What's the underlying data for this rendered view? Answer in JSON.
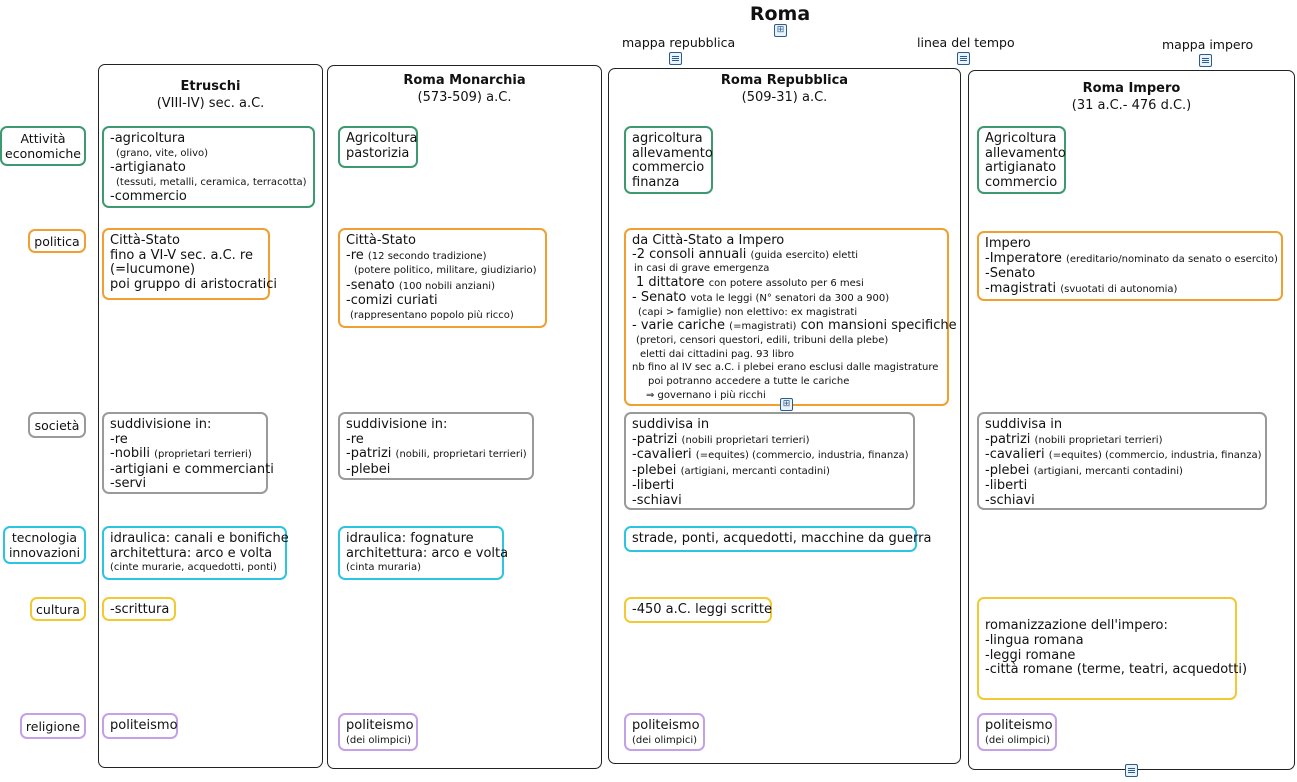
{
  "title": "Roma",
  "links": {
    "mappa_repubblica": "mappa repubblica",
    "linea_del_tempo": "linea del tempo",
    "mappa_impero": "mappa impero"
  },
  "categories": {
    "economia": "Attività economiche",
    "politica": "politica",
    "societa": "società",
    "tecnologia": "tecnologia innovazioni",
    "cultura": "cultura",
    "religione": "religione"
  },
  "columns": {
    "etruschi": {
      "name": "Etruschi",
      "period": "(VIII-IV) sec. a.C.",
      "economia": [
        "-agricoltura",
        "(grano, vite, olivo)",
        "-artigianato",
        "(tessuti, metalli, ceramica, terracotta)",
        "-commercio"
      ],
      "politica": [
        "Città-Stato",
        "fino a VI-V sec. a.C. re",
        "(=lucumone)",
        "poi gruppo di aristocratici"
      ],
      "societa": [
        "suddivisione in:",
        "-re",
        "-nobili",
        "(proprietari terrieri)",
        "-artigiani e commercianti",
        "-servi"
      ],
      "tecnologia": [
        "idraulica: canali e bonifiche",
        "architettura: arco e volta",
        "(cinte murarie, acquedotti, ponti)"
      ],
      "cultura": [
        "-scrittura"
      ],
      "religione": [
        "politeismo"
      ]
    },
    "monarchia": {
      "name": "Roma Monarchia",
      "period": "(573-509) a.C.",
      "economia": [
        "Agricoltura",
        "pastorizia"
      ],
      "politica": [
        "Città-Stato",
        "-re",
        "(12 secondo tradizione)",
        "(potere politico, militare, giudiziario)",
        "-senato",
        "(100 nobili anziani)",
        "-comizi curiati",
        "(rappresentano popolo più ricco)"
      ],
      "societa": [
        "suddivisione in:",
        "-re",
        "-patrizi",
        "(nobili, proprietari terrieri)",
        "-plebei"
      ],
      "tecnologia": [
        "idraulica: fognature",
        "architettura: arco e volta",
        "(cinta muraria)"
      ],
      "religione": [
        "politeismo",
        "(dei olimpici)"
      ]
    },
    "repubblica": {
      "name": "Roma Repubblica",
      "period": "(509-31) a.C.",
      "economia": [
        "agricoltura",
        "allevamento",
        "commercio",
        "finanza"
      ],
      "politica": [
        "da Città-Stato a Impero",
        "-2 consoli annuali",
        "(guida esercito) eletti",
        "in casi di grave emergenza",
        "1 dittatore",
        "con potere assoluto per 6 mesi",
        "- Senato",
        "vota le leggi (N° senatori da 300 a 900)",
        "(capi > famiglie) non elettivo: ex magistrati",
        "- varie cariche",
        "(=magistrati)",
        "con mansioni specifiche",
        "(pretori, censori questori, edili, tribuni della plebe)",
        "eletti dai cittadini  pag. 93 libro",
        "nb fino al IV sec a.C. i plebei erano esclusi dalle magistrature",
        "poi potranno accedere a tutte le cariche",
        "⇒ governano i più ricchi"
      ],
      "societa": [
        "suddivisa in",
        "-patrizi",
        "(nobili proprietari terrieri)",
        "-cavalieri",
        "(=equites) (commercio, industria, finanza)",
        "-plebei",
        "(artigiani, mercanti contadini)",
        "-liberti",
        "-schiavi"
      ],
      "tecnologia": [
        "strade, ponti, acquedotti, macchine da guerra"
      ],
      "cultura": [
        "-450 a.C. leggi scritte"
      ],
      "religione": [
        "politeismo",
        "(dei olimpici)"
      ]
    },
    "impero": {
      "name": "Roma Impero",
      "period": "(31 a.C.- 476 d.C.)",
      "economia": [
        "Agricoltura",
        "allevamento",
        "artigianato",
        "commercio"
      ],
      "politica": [
        "Impero",
        "-Imperatore",
        "(ereditario/nominato da senato o esercito)",
        "-Senato",
        "-magistrati",
        "(svuotati di autonomia)"
      ],
      "societa": [
        "suddivisa in",
        "-patrizi",
        "(nobili proprietari terrieri)",
        "-cavalieri",
        "(=equites) (commercio, industria, finanza)",
        "-plebei",
        "(artigiani, mercanti contadini)",
        "-liberti",
        "-schiavi"
      ],
      "cultura": [
        "romanizzazione dell'impero:",
        "-lingua romana",
        "-leggi romane",
        "-città romane (terme, teatri, acquedotti)"
      ],
      "religione": [
        "politeismo",
        "(dei olimpici)"
      ]
    }
  },
  "colors": {
    "economia": "#3d9970",
    "politica": "#f0a030",
    "societa": "#9a9a9a",
    "tecnologia": "#2cc4e0",
    "cultura": "#f2c933",
    "religione": "#c4a0e8"
  },
  "icons": [
    "submap-icon",
    "document-icon"
  ]
}
